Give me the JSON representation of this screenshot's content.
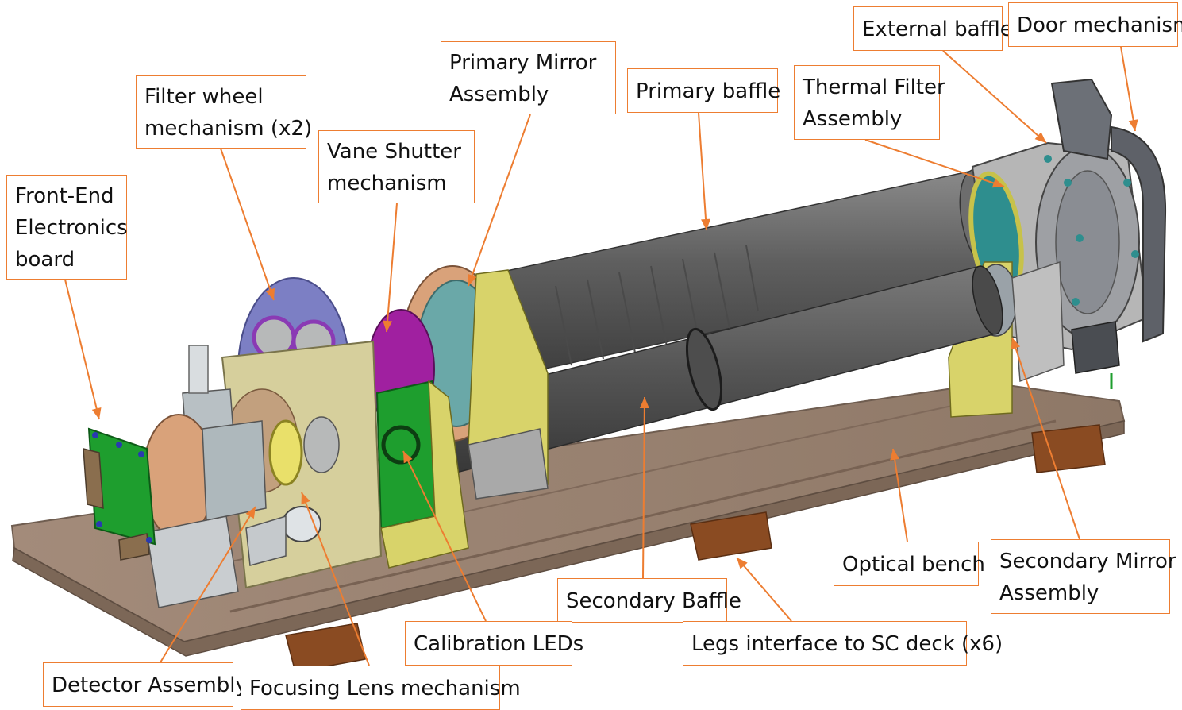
{
  "colors": {
    "leader": "#ED7D31",
    "bench": "#9C8574",
    "tube": "#5B5B5B",
    "board_green": "#1E9E2E",
    "shutter_magenta": "#A020A0",
    "bracket_yellow": "#D8D36A",
    "mirror_teal": "#2E8E8E",
    "leg_bronze": "#8A4B22",
    "ring_copper": "#D9A27A"
  },
  "labels": [
    {
      "id": "front-end-electronics-board",
      "lines": [
        "Front-End",
        "Electronics",
        "board"
      ]
    },
    {
      "id": "filter-wheel-mechanism",
      "lines": [
        "Filter wheel",
        "mechanism (x2)"
      ]
    },
    {
      "id": "vane-shutter-mechanism",
      "lines": [
        "Vane Shutter",
        "mechanism"
      ]
    },
    {
      "id": "primary-mirror-assembly",
      "lines": [
        "Primary Mirror",
        "Assembly"
      ]
    },
    {
      "id": "primary-baffle",
      "lines": [
        "Primary baffle"
      ]
    },
    {
      "id": "thermal-filter-assembly",
      "lines": [
        "Thermal Filter",
        "Assembly"
      ]
    },
    {
      "id": "external-baffle",
      "lines": [
        "External baffle"
      ]
    },
    {
      "id": "door-mechanism",
      "lines": [
        "Door mechanism"
      ]
    },
    {
      "id": "optical-bench",
      "lines": [
        "Optical bench"
      ]
    },
    {
      "id": "secondary-mirror-assembly",
      "lines": [
        "Secondary Mirror",
        "Assembly"
      ]
    },
    {
      "id": "secondary-baffle",
      "lines": [
        "Secondary Baffle"
      ]
    },
    {
      "id": "legs-interface",
      "lines": [
        "Legs interface to SC deck (x6)"
      ]
    },
    {
      "id": "calibration-leds",
      "lines": [
        "Calibration LEDs"
      ]
    },
    {
      "id": "detector-assembly",
      "lines": [
        "Detector Assembly"
      ]
    },
    {
      "id": "focusing-lens-mechanism",
      "lines": [
        "Focusing Lens mechanism"
      ]
    }
  ]
}
